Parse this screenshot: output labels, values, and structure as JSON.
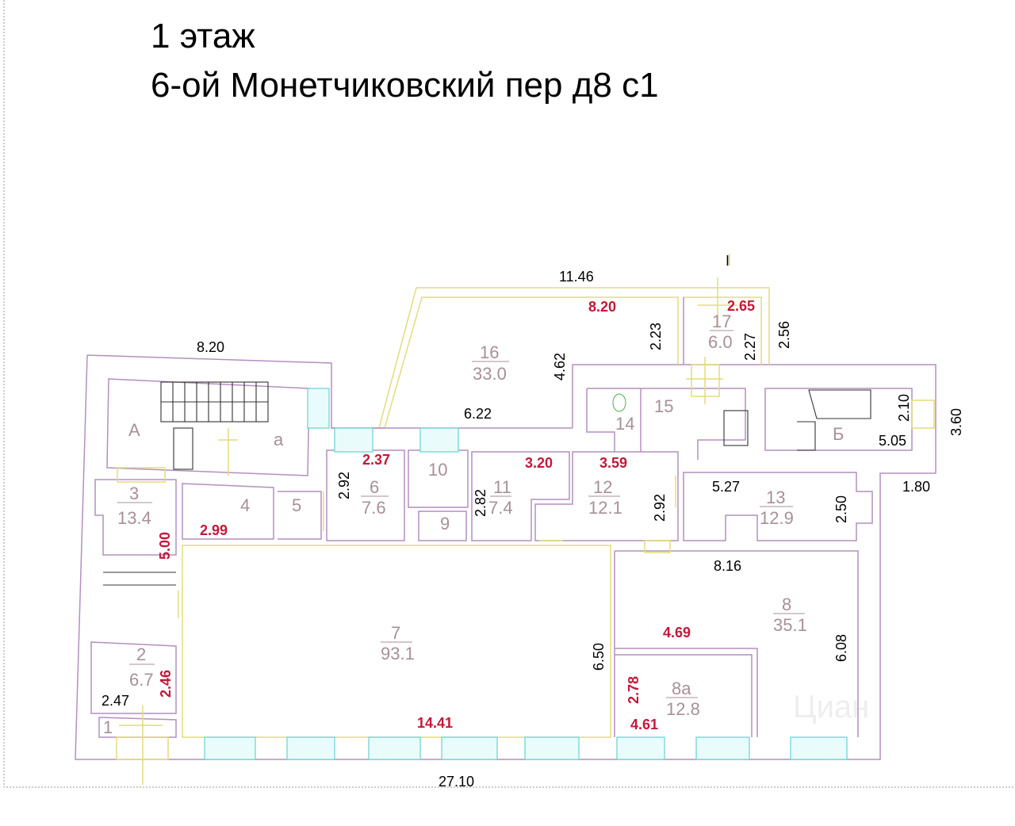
{
  "title": {
    "floor": "1 этаж",
    "address": "6-ой Монетчиковский пер д8 с1"
  },
  "rooms": {
    "A": {
      "label": "А"
    },
    "a": {
      "label": "а"
    },
    "b": {
      "label": "Б"
    },
    "r1": {
      "label": "1"
    },
    "r2": {
      "label": "2",
      "area": "6.7"
    },
    "r3": {
      "label": "3",
      "area": "13.4"
    },
    "r4": {
      "label": "4"
    },
    "r5": {
      "label": "5"
    },
    "r6": {
      "label": "6",
      "area": "7.6"
    },
    "r7": {
      "label": "7",
      "area": "93.1"
    },
    "r8": {
      "label": "8",
      "area": "35.1"
    },
    "r8a": {
      "label": "8а",
      "area": "12.8"
    },
    "r9": {
      "label": "9"
    },
    "r10": {
      "label": "10"
    },
    "r11": {
      "label": "11",
      "area": "7.4"
    },
    "r12": {
      "label": "12",
      "area": "12.1"
    },
    "r13": {
      "label": "13",
      "area": "12.9"
    },
    "r14": {
      "label": "14"
    },
    "r15": {
      "label": "15"
    },
    "r16": {
      "label": "16",
      "area": "33.0"
    },
    "r17": {
      "label": "17",
      "area": "6.0"
    }
  },
  "dimensions": {
    "black": [
      "8.20",
      "11.46",
      "4.62",
      "2.23",
      "2.27",
      "2.56",
      "6.22",
      "2.10",
      "3.60",
      "5.05",
      "1.80",
      "2.92",
      "2.82",
      "2.92",
      "5.27",
      "2.50",
      "8.16",
      "6.08",
      "6.50",
      "2.47",
      "27.10"
    ],
    "red": [
      "8.20",
      "2.65",
      "2.37",
      "3.20",
      "3.59",
      "2.99",
      "5.00",
      "4.69",
      "2.78",
      "4.61",
      "14.41",
      "2.46"
    ]
  },
  "section_mark": "I",
  "watermark": "Циан",
  "colors": {
    "walls": "#b48fbf",
    "openings": "#e3dc7e",
    "windows": "#6fd6d6",
    "red_dims": "#c4173a",
    "room_labels": "#a88f99"
  }
}
